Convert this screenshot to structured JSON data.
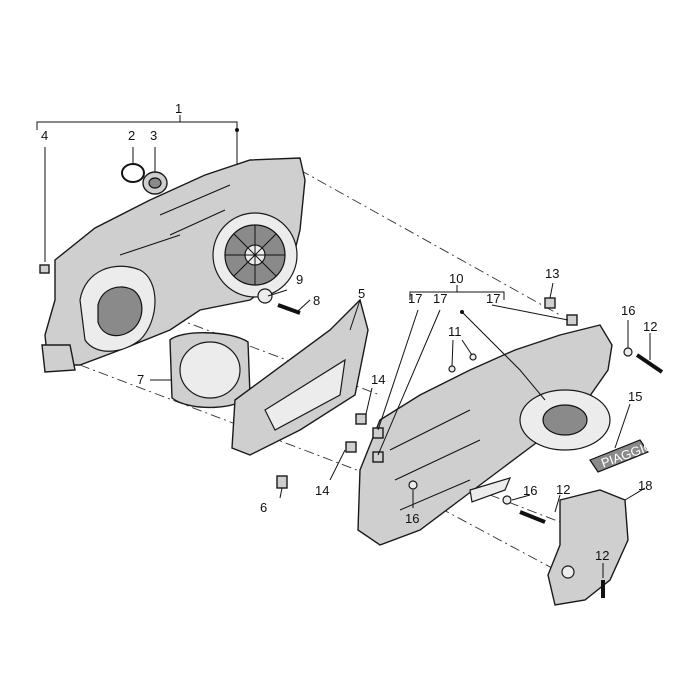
{
  "labels": {
    "l1": "1",
    "l2": "2",
    "l3": "3",
    "l4": "4",
    "l5": "5",
    "l6": "6",
    "l7": "7",
    "l8": "8",
    "l9": "9",
    "l10": "10",
    "l11": "11",
    "l12a": "12",
    "l12b": "12",
    "l12c": "12",
    "l13": "13",
    "l14a": "14",
    "l14b": "14",
    "l15": "15",
    "l16a": "16",
    "l16b": "16",
    "l16c": "16",
    "l17a": "17",
    "l17b": "17",
    "l17c": "17",
    "l18": "18"
  },
  "badge_text": "PIAGGIO"
}
